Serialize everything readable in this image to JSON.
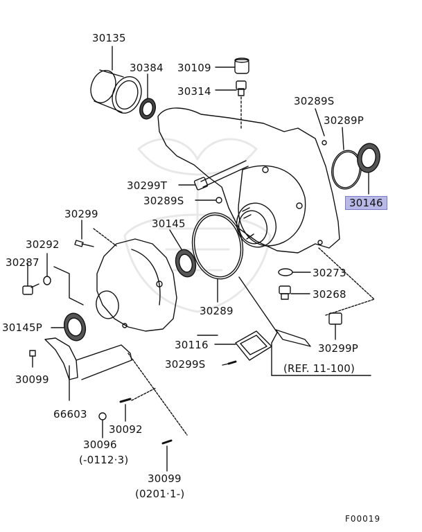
{
  "diagram": {
    "highlight_color": "#b9b9e8",
    "line_color": "#111111",
    "figure_code": "F00019",
    "labels": {
      "p30135": "30135",
      "p30384": "30384",
      "p30109": "30109",
      "p30314": "30314",
      "p30289S_top": "30289S",
      "p30289P": "30289P",
      "p30146": "30146",
      "p30299T": "30299T",
      "p30289S_mid": "30289S",
      "p30145": "30145",
      "p30299": "30299",
      "p30292": "30292",
      "p30287": "30287",
      "p30273": "30273",
      "p30268": "30268",
      "p30289": "30289",
      "p30145P": "30145P",
      "p30116": "30116",
      "p30299P": "30299P",
      "p30299S": "30299S",
      "ref": "(REF. 11-100)",
      "p30099_a": "30099",
      "p66603": "66603",
      "p30092": "30092",
      "p30096": "30096",
      "p30096_note": "(-0112·3)",
      "p30099_b": "30099",
      "p30099_note": "(0201·1-)"
    }
  }
}
